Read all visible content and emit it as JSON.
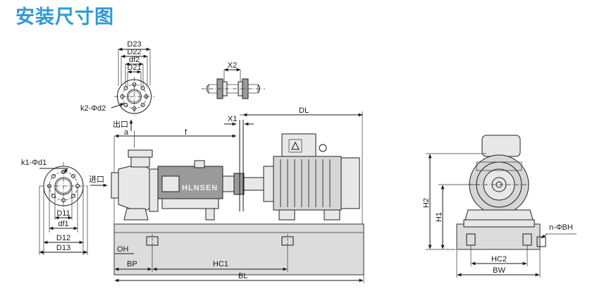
{
  "page": {
    "title": "安装尺寸图",
    "title_color": "#2d9bd6"
  },
  "outlet_flange": {
    "labels": [
      "D23",
      "D22",
      "df2",
      "D21"
    ],
    "bolt_label": "k2-Φd2"
  },
  "inlet_flange": {
    "labels": [
      "D11",
      "df1",
      "D12",
      "D13"
    ],
    "bolt_label": "k1-Φd1"
  },
  "coupling": {
    "label": "X2"
  },
  "side_view": {
    "labels": {
      "x1": "X1",
      "dl": "DL",
      "a": "a",
      "f": "f",
      "outlet": "出口",
      "inlet": "进口",
      "oh": "OH",
      "bp": "BP",
      "hc1": "HC1",
      "bl": "BL",
      "brand": "HLNSEN"
    }
  },
  "end_view": {
    "labels": {
      "h2": "H2",
      "h1": "H1",
      "nbh": "n-ΦBH",
      "hc2": "HC2",
      "bw": "BW"
    }
  }
}
